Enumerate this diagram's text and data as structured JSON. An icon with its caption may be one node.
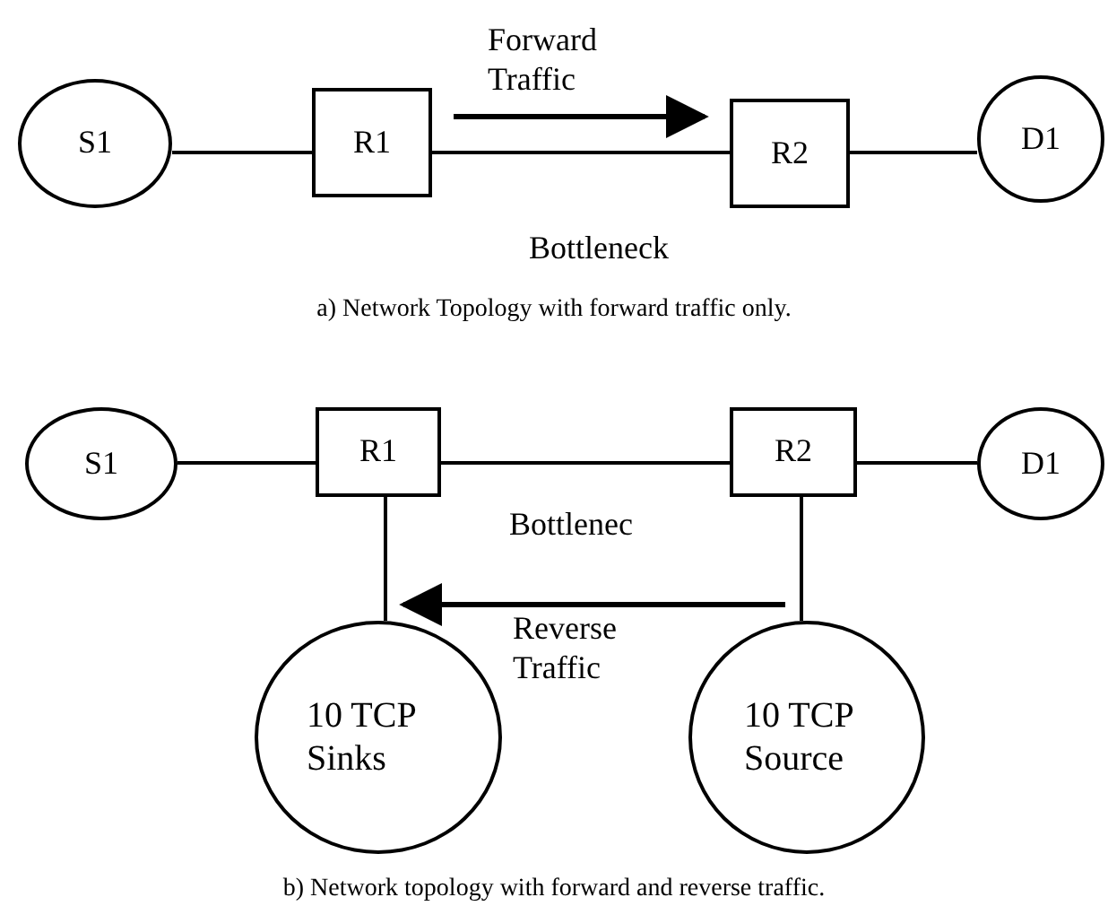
{
  "diagram": {
    "nodes": [
      {
        "text": [
          "S1"
        ]
      },
      {
        "text": [
          "R1"
        ]
      },
      {
        "text": [
          "R2"
        ]
      },
      {
        "text": [
          "D1"
        ]
      },
      {
        "text": [
          "S1"
        ]
      },
      {
        "text": [
          "R1"
        ]
      },
      {
        "text": [
          "R2"
        ]
      },
      {
        "text": [
          "D1"
        ]
      },
      {
        "text": [
          "10 TCP Sinks"
        ]
      },
      {
        "text": [
          "10 TCP Source"
        ]
      }
    ],
    "edges": [
      {
        "from": 0,
        "to": 1,
        "arrow": "none"
      },
      {
        "from": 1,
        "to": 2,
        "arrow": "none",
        "label": "Bottleneck"
      },
      {
        "from": 2,
        "to": 3,
        "arrow": "none"
      },
      {
        "from": 4,
        "to": 5,
        "arrow": "none"
      },
      {
        "from": 5,
        "to": 6,
        "arrow": "none",
        "label": "Bottlenec"
      },
      {
        "from": 6,
        "to": 7,
        "arrow": "none"
      },
      {
        "from": 5,
        "to": 8,
        "arrow": "none"
      },
      {
        "from": 6,
        "to": 9,
        "arrow": "none"
      }
    ],
    "labels": [
      "Forward Traffic",
      "a) Network Topology with forward traffic only.",
      "Reverse Traffic",
      "b) Network topology with forward and reverse traffic."
    ]
  }
}
